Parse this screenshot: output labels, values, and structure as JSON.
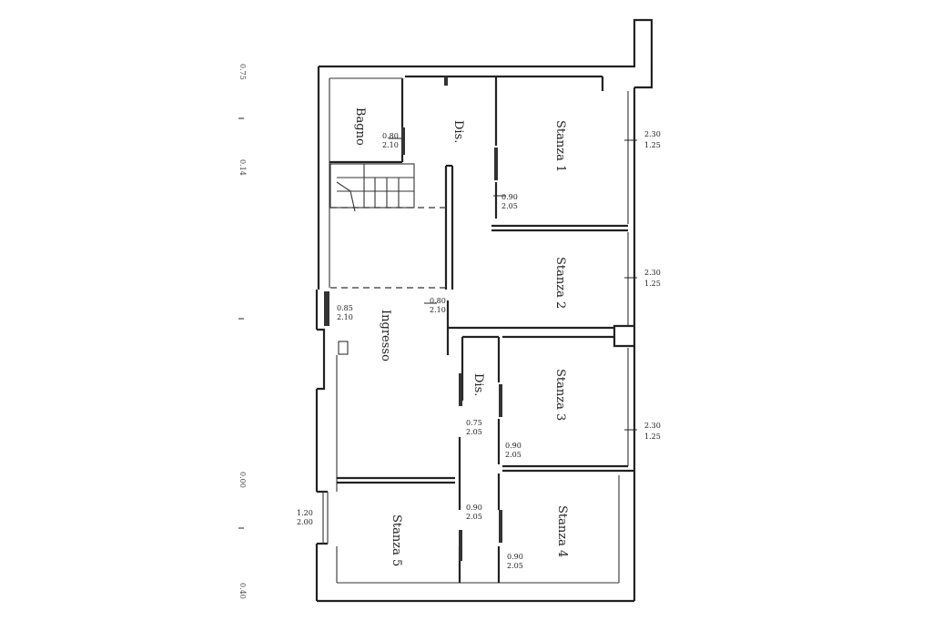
{
  "rooms": {
    "bagno": "Bagno",
    "dis_top": "Dis.",
    "stanza1": "Stanza 1",
    "stanza2": "Stanza 2",
    "ingresso": "Ingresso",
    "dis_mid": "Dis.",
    "stanza3": "Stanza 3",
    "stanza4": "Stanza 4",
    "stanza5": "Stanza 5"
  },
  "windows": {
    "w1": {
      "a": "2.30",
      "b": "1.25"
    },
    "w2": {
      "a": "2.30",
      "b": "1.25"
    },
    "w3": {
      "a": "2.30",
      "b": "1.25"
    },
    "entrance": {
      "a": "1.20",
      "b": "2.00"
    }
  },
  "doors": {
    "bagno": {
      "a": "0.80",
      "b": "2.10"
    },
    "stanza1": {
      "a": "0.90",
      "b": "2.05"
    },
    "ingresso_left": {
      "a": "0.85",
      "b": "2.10"
    },
    "ingresso_right": {
      "a": "0.80",
      "b": "2.10"
    },
    "dis_mid": {
      "a": "0.75",
      "b": "2.05"
    },
    "stanza3": {
      "a": "0.90",
      "b": "2.05"
    },
    "stanza5": {
      "a": "0.90",
      "b": "2.05"
    },
    "stanza4": {
      "a": "0.90",
      "b": "2.05"
    }
  },
  "side_dims": {
    "d1": "0.75",
    "d2": "0.14",
    "d3": "0.00",
    "d4": "0.40"
  }
}
